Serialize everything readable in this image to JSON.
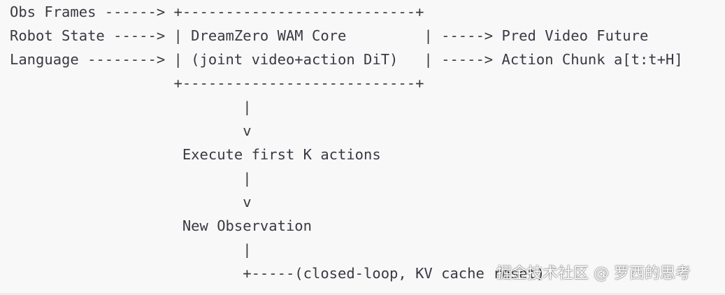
{
  "diagram": {
    "lines": [
      "Obs Frames ------> +---------------------------+",
      "Robot State -----> | DreamZero WAM Core         | -----> Pred Video Future",
      "Language --------> | (joint video+action DiT)   | -----> Action Chunk a[t:t+H]",
      "                   +---------------------------+",
      "                           |",
      "                           v",
      "                    Execute first K actions",
      "                           |",
      "                           v",
      "                    New Observation",
      "                           |",
      "                           +-----(closed-loop, KV cache reset)"
    ]
  },
  "watermark": {
    "text": "掘金技术社区 @ 罗西的思考"
  },
  "colors": {
    "background": "#f8f8f8",
    "text": "#383a42"
  }
}
